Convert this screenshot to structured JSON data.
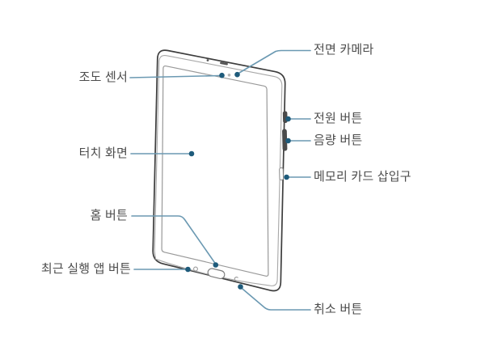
{
  "diagram": {
    "kind": "device-callout-diagram",
    "device": "tablet-front-three-quarter-view",
    "callouts": [
      {
        "id": "front-camera",
        "text": "전면 카메라",
        "side": "right"
      },
      {
        "id": "illuminance-sensor",
        "text": "조도 센서",
        "side": "left"
      },
      {
        "id": "power-button",
        "text": "전원 버튼",
        "side": "right"
      },
      {
        "id": "volume-button",
        "text": "음량 버튼",
        "side": "right"
      },
      {
        "id": "touch-screen",
        "text": "터치 화면",
        "side": "left"
      },
      {
        "id": "memory-card-slot",
        "text": "메모리 카드 삽입구",
        "side": "right"
      },
      {
        "id": "home-button",
        "text": "홈 버튼",
        "side": "left"
      },
      {
        "id": "recent-apps-button",
        "text": "최근 실행 앱 버튼",
        "side": "left"
      },
      {
        "id": "back-button",
        "text": "취소 버튼",
        "side": "right"
      }
    ],
    "colors": {
      "background": "#ffffff",
      "leader_line": "#6b99b2",
      "leader_dot": "#1e5b7b",
      "device_outline": "#3d3d3d",
      "device_inner_line": "#9a9a9a",
      "screen_line": "#999999",
      "side_button_fill": "#4a4a4a",
      "label_text": "#4c4c4c"
    }
  }
}
